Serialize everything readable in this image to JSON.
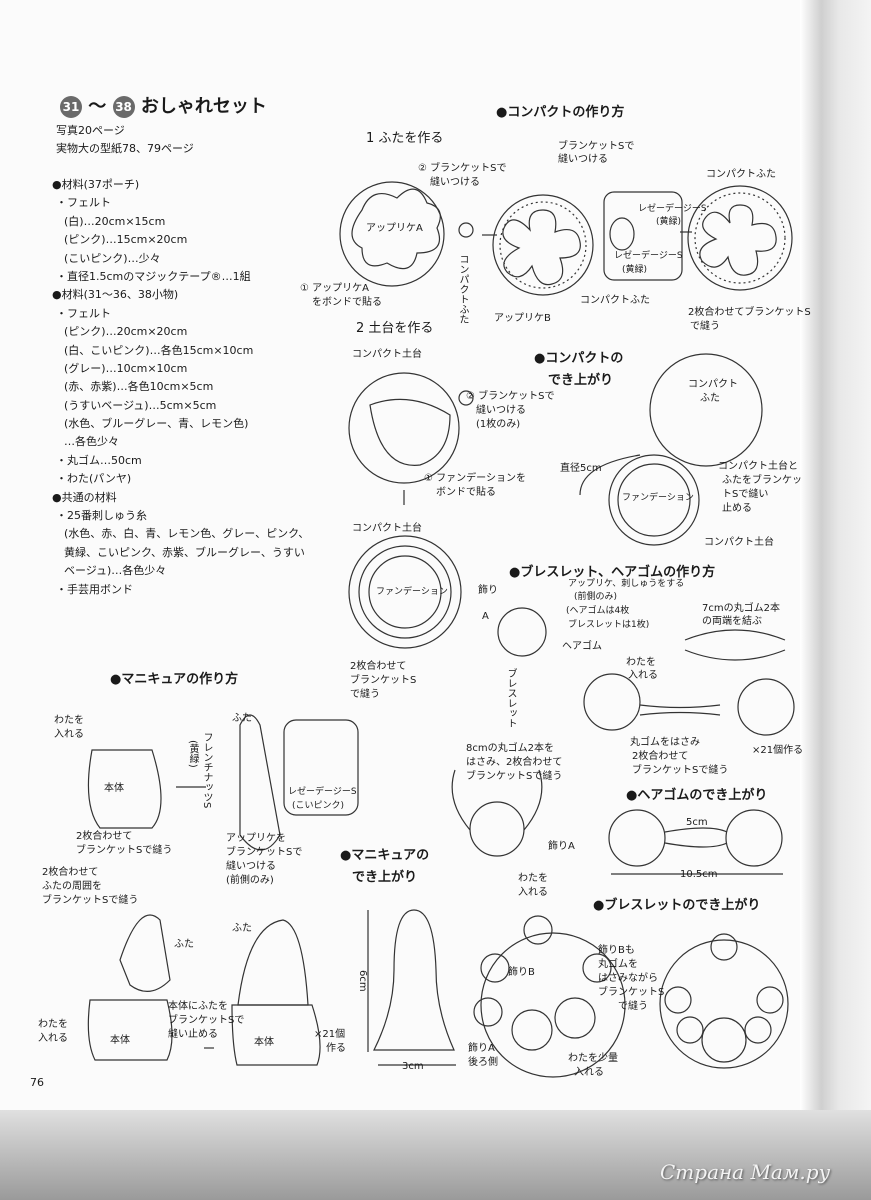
{
  "title": {
    "num_start": "31",
    "sep": "～",
    "num_end": "38",
    "text": "おしゃれセット"
  },
  "refs": [
    "写真20ページ",
    "実物大の型紙78、79ページ"
  ],
  "materials": [
    "●材料(37ポーチ)",
    "・フェルト",
    "(白)…20cm×15cm",
    "(ピンク)…15cm×20cm",
    "(こいピンク)…少々",
    "・直径1.5cmのマジックテープ®…1組",
    "●材料(31～36、38小物)",
    "・フェルト",
    "(ピンク)…20cm×20cm",
    "(白、こいピンク)…各色15cm×10cm",
    "(グレー)…10cm×10cm",
    "(赤、赤紫)…各色10cm×5cm",
    "(うすいベージュ)…5cm×5cm",
    "(水色、ブルーグレー、青、レモン色)",
    "…各色少々",
    "・丸ゴム…50cm",
    "・わた(パンヤ)",
    "●共通の材料",
    "・25番刺しゅう糸",
    "(水色、赤、白、青、レモン色、グレー、ピンク、",
    "黄緑、こいピンク、赤紫、ブルーグレー、うすい",
    "ベージュ)…各色少々",
    "・手芸用ボンド"
  ],
  "compact": {
    "heading": "●コンパクトの作り方",
    "step1": "1 ふたを作る",
    "s1_a": "② ブランケットSで",
    "s1_b": "縫いつける",
    "s1_applique": "アップリケA",
    "s1_bond1": "① アップリケA",
    "s1_bond2": "をボンドで貼る",
    "s1_lid": "コンパクトふた",
    "s1_blanket1": "ブランケットSで",
    "s1_blanket2": "縫いつける",
    "s1_lazy1": "レゼーデージーS",
    "s1_lazy1c": "(黄緑)",
    "s1_lazy2": "レゼーデージーS",
    "s1_lazy2c": "(黄緑)",
    "s1_lid2": "コンパクトふた",
    "s1_applique_b": "アップリケB",
    "s1_lid3": "コンパクトふた",
    "s1_join1": "2枚合わせてブランケットS",
    "s1_join2": "で縫う",
    "step2": "2 土台を作る",
    "s2_base": "コンパクト土台",
    "s2_a1": "② ブランケットSで",
    "s2_a2": "縫いつける",
    "s2_a3": "(1枚のみ)",
    "s2_b1": "① ファンデーションを",
    "s2_b2": "ボンドで貼る",
    "s2_base2": "コンパクト土台",
    "s2_found": "ファンデーション",
    "s2_join1": "2枚合わせて",
    "s2_join2": "ブランケットS",
    "s2_join3": "で縫う"
  },
  "compact_done": {
    "heading1": "●コンパクトの",
    "heading2": "でき上がり",
    "lid": "コンパクト",
    "lid2": "ふた",
    "diameter": "直径5cm",
    "found": "ファンデーション",
    "n1": "コンパクト土台と",
    "n2": "ふたをブランケッ",
    "n3": "トSで縫い",
    "n4": "止める",
    "base": "コンパクト土台"
  },
  "bracelet": {
    "heading": "●ブレスレット、ヘアゴムの作り方",
    "deco": "飾り",
    "deco2": "A",
    "n1": "アップリケ、刺しゅうをする",
    "n2": "(前側のみ)",
    "n3": "(ヘアゴムは4枚",
    "n4": "ブレスレットは1枚)",
    "hair": "ヘアゴム",
    "rubber1": "7cmの丸ゴム2本",
    "rubber2": "の両端を結ぶ",
    "stuff1": "わたを",
    "stuff2": "入れる",
    "clip1": "丸ゴムをはさみ",
    "clip2": "2枚合わせて",
    "clip3": "ブランケットSで縫う",
    "x21": "×21個作る",
    "bl": "ブレスレット",
    "b1": "8cmの丸ゴム2本を",
    "b2": "はさみ、2枚合わせて",
    "b3": "ブランケットSで縫う",
    "decoA": "飾りA",
    "stuff3": "わたを",
    "stuff4": "入れる"
  },
  "hair_done": {
    "heading": "●ヘアゴムのでき上がり",
    "w": "5cm",
    "total": "10.5cm"
  },
  "bracelet_done": {
    "heading": "●ブレスレットのでき上がり",
    "decoB": "飾りB",
    "b1": "飾りBも",
    "b2": "丸ゴムを",
    "b3": "はさみながら",
    "b4": "ブランケットS",
    "b5": "で縫う",
    "decoA1": "飾りA",
    "decoA2": "後ろ側",
    "s1": "わたを少量",
    "s2": "入れる"
  },
  "manicure": {
    "heading": "●マニキュアの作り方",
    "stuff1": "わたを",
    "stuff2": "入れる",
    "body": "本体",
    "join1": "2枚合わせて",
    "join2": "ブランケットSで縫う",
    "lid": "ふた",
    "french1": "フレンチナッツS",
    "french2": "(黄緑)",
    "lazy1": "レゼーデージーS",
    "lazy2": "(こいピンク)",
    "ap1": "アップリケを",
    "ap2": "ブランケットSで",
    "ap3": "縫いつける",
    "ap4": "(前側のみ)",
    "m1": "2枚合わせて",
    "m2": "ふたの周囲を",
    "m3": "ブランケットSで縫う",
    "lid2": "ふた",
    "lid3": "ふた",
    "body2": "本体",
    "body3": "本体",
    "stuff3": "わたを",
    "stuff4": "入れる",
    "f1": "本体にふたを",
    "f2": "ブランケットSで",
    "f3": "縫い止める",
    "x21": "×21個",
    "x21b": "作る"
  },
  "manicure_done": {
    "heading1": "●マニキュアの",
    "heading2": "でき上がり",
    "h": "6cm",
    "w": "3cm"
  },
  "page_number": "76",
  "watermark": "Страна Мам.ру"
}
